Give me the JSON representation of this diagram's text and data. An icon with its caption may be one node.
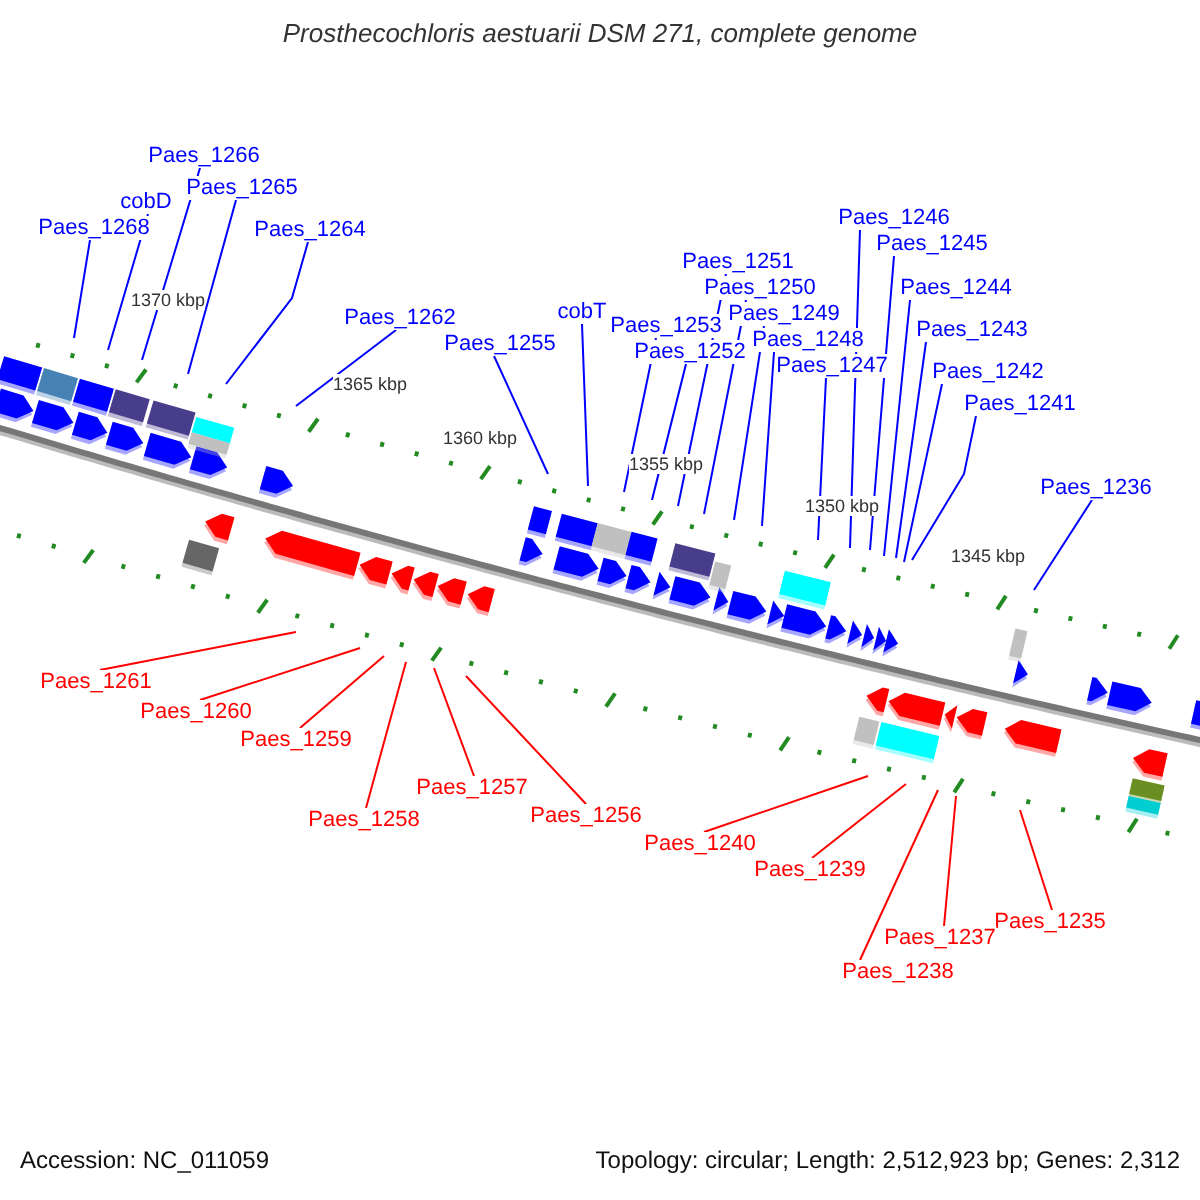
{
  "diagram": {
    "title": "Prosthecochloris aestuarii DSM 271, complete genome",
    "nodes": [
      {
        "text": [
          "Paes_1266"
        ]
      },
      {
        "text": [
          "Paes_1265"
        ]
      },
      {
        "text": [
          "cobD"
        ]
      },
      {
        "text": [
          "Paes_1268"
        ]
      },
      {
        "text": [
          "Paes_1264"
        ]
      },
      {
        "text": [
          "Paes_1262"
        ]
      },
      {
        "text": [
          "Paes_1255"
        ]
      },
      {
        "text": [
          "cobT"
        ]
      },
      {
        "text": [
          "Paes_1246"
        ]
      },
      {
        "text": [
          "Paes_1245"
        ]
      },
      {
        "text": [
          "Paes_1251"
        ]
      },
      {
        "text": [
          "Paes_1250"
        ]
      },
      {
        "text": [
          "Paes_1244"
        ]
      },
      {
        "text": [
          "Paes_1249"
        ]
      },
      {
        "text": [
          "Paes_1253"
        ]
      },
      {
        "text": [
          "Paes_1243"
        ]
      },
      {
        "text": [
          "Paes_1248"
        ]
      },
      {
        "text": [
          "Paes_1252"
        ]
      },
      {
        "text": [
          "Paes_1247"
        ]
      },
      {
        "text": [
          "Paes_1242"
        ]
      },
      {
        "text": [
          "Paes_1241"
        ]
      },
      {
        "text": [
          "Paes_1236"
        ]
      },
      {
        "text": [
          "Paes_1261"
        ]
      },
      {
        "text": [
          "Paes_1260"
        ]
      },
      {
        "text": [
          "Paes_1259"
        ]
      },
      {
        "text": [
          "Paes_1257"
        ]
      },
      {
        "text": [
          "Paes_1256"
        ]
      },
      {
        "text": [
          "Paes_1258"
        ]
      },
      {
        "text": [
          "Paes_1240"
        ]
      },
      {
        "text": [
          "Paes_1239"
        ]
      },
      {
        "text": [
          "Paes_1235"
        ]
      },
      {
        "text": [
          "Paes_1237"
        ]
      },
      {
        "text": [
          "Paes_1238"
        ]
      }
    ],
    "edges": [
      {
        "from": 0,
        "to": null,
        "arrow": "none"
      },
      {
        "from": 1,
        "to": null,
        "arrow": "none"
      },
      {
        "from": 2,
        "to": null,
        "arrow": "none"
      },
      {
        "from": 3,
        "to": null,
        "arrow": "none"
      },
      {
        "from": 4,
        "to": null,
        "arrow": "none"
      },
      {
        "from": 5,
        "to": null,
        "arrow": "none"
      },
      {
        "from": 6,
        "to": null,
        "arrow": "none"
      },
      {
        "from": 7,
        "to": null,
        "arrow": "none"
      },
      {
        "from": 8,
        "to": null,
        "arrow": "none"
      },
      {
        "from": 9,
        "to": null,
        "arrow": "none"
      },
      {
        "from": 10,
        "to": null,
        "arrow": "none"
      },
      {
        "from": 11,
        "to": null,
        "arrow": "none"
      },
      {
        "from": 12,
        "to": null,
        "arrow": "none"
      },
      {
        "from": 13,
        "to": null,
        "arrow": "none"
      },
      {
        "from": 14,
        "to": null,
        "arrow": "none"
      },
      {
        "from": 15,
        "to": null,
        "arrow": "none"
      },
      {
        "from": 16,
        "to": null,
        "arrow": "none"
      },
      {
        "from": 17,
        "to": null,
        "arrow": "none"
      },
      {
        "from": 18,
        "to": null,
        "arrow": "none"
      },
      {
        "from": 19,
        "to": null,
        "arrow": "none"
      },
      {
        "from": 20,
        "to": null,
        "arrow": "none"
      },
      {
        "from": 21,
        "to": null,
        "arrow": "none"
      },
      {
        "from": 22,
        "to": null,
        "arrow": "none",
        "color": "#ff0000"
      },
      {
        "from": 23,
        "to": null,
        "arrow": "none",
        "color": "#ff0000"
      },
      {
        "from": 24,
        "to": null,
        "arrow": "none",
        "color": "#ff0000"
      },
      {
        "from": 25,
        "to": null,
        "arrow": "none",
        "color": "#ff0000"
      },
      {
        "from": 26,
        "to": null,
        "arrow": "none",
        "color": "#ff0000"
      },
      {
        "from": 27,
        "to": null,
        "arrow": "none",
        "color": "#ff0000"
      },
      {
        "from": 28,
        "to": null,
        "arrow": "none",
        "color": "#ff0000"
      },
      {
        "from": 29,
        "to": null,
        "arrow": "none",
        "color": "#ff0000"
      },
      {
        "from": 30,
        "to": null,
        "arrow": "none",
        "color": "#ff0000"
      },
      {
        "from": 31,
        "to": null,
        "arrow": "none",
        "color": "#ff0000"
      },
      {
        "from": 32,
        "to": null,
        "arrow": "none",
        "color": "#ff0000"
      }
    ],
    "labels": [
      "1370 kbp",
      "1365 kbp",
      "1360 kbp",
      "1355 kbp",
      "1350 kbp",
      "1345 kbp",
      "Accession: NC_011059",
      "Topology: circular; Length: 2,512,923 bp; Genes: 2,312"
    ]
  }
}
